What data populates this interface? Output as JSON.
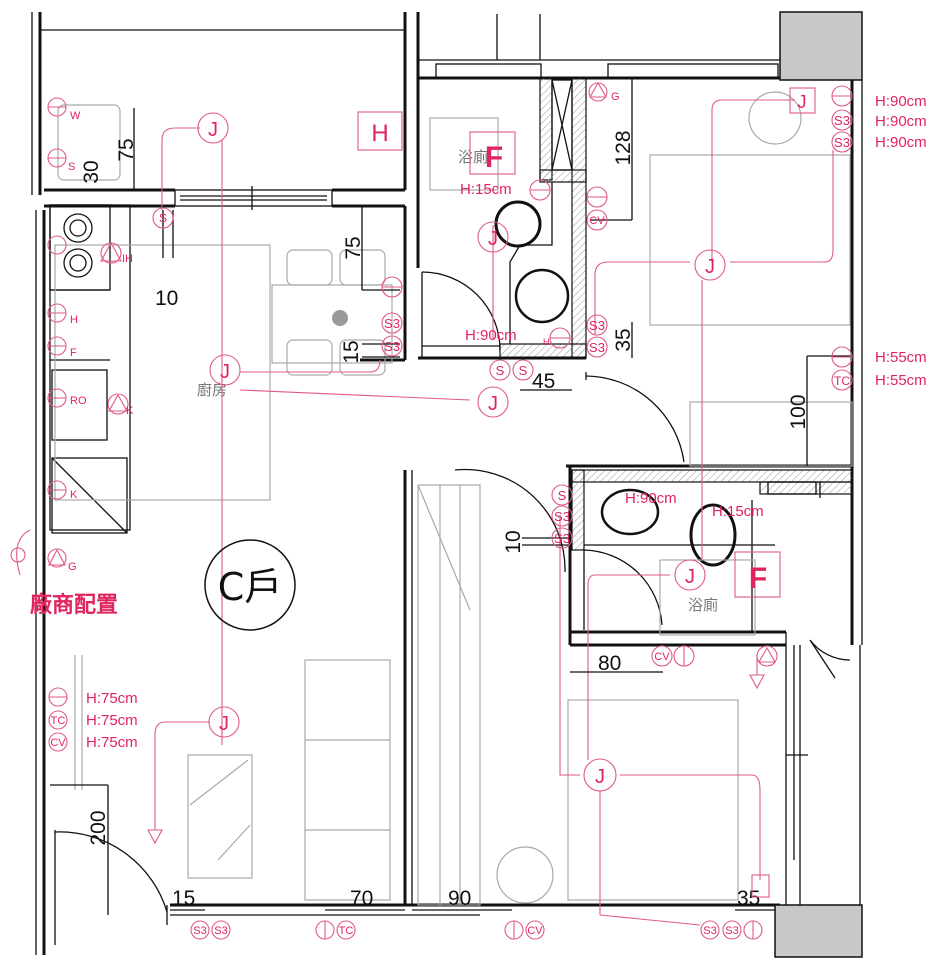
{
  "rooms": {
    "living": "C戶",
    "kitchen": "廚房",
    "bath_top": "浴廁",
    "bath_bottom": "浴廁"
  },
  "vendor_label": "廠商配置",
  "markers": {
    "water_heater": "H",
    "fan_top": "F",
    "fan_bottom": "F"
  },
  "dimensions": {
    "laundry_75": "75",
    "laundry_30": "30",
    "kitchen_10": "10",
    "dining_75": "75",
    "dining_15": "15",
    "bath_45": "45",
    "bed1_128": "128",
    "bed1_35": "35",
    "bed1_100": "100",
    "bath2_10": "10",
    "bath2_80": "80",
    "entry_200": "200",
    "bottom_15": "15",
    "bottom_70": "70",
    "bottom_90": "90",
    "bottom_35": "35"
  },
  "heights": {
    "bed1_top": [
      "H:90cm",
      "H:90cm",
      "H:90cm"
    ],
    "bed1_mid": [
      "H:55cm",
      "H:55cm"
    ],
    "living": [
      "H:75cm",
      "H:75cm",
      "H:75cm"
    ],
    "bath1_upper": "H:15cm",
    "bath1_lower": "H:90cm",
    "bath2_sink": "H:90cm",
    "bath2_toilet": "H:15cm"
  },
  "codes": {
    "S": "S",
    "S3": "S3",
    "CV": "CV",
    "TC": "TC",
    "H": "H",
    "F": "F",
    "W": "W",
    "RO": "RO",
    "K": "K",
    "IH": "IH",
    "G": "G",
    "J": "J"
  },
  "colors": {
    "walls": "#111111",
    "electrical": "#e0245e",
    "furniture": "#a9a9a9",
    "column": "#c8c8c8"
  }
}
